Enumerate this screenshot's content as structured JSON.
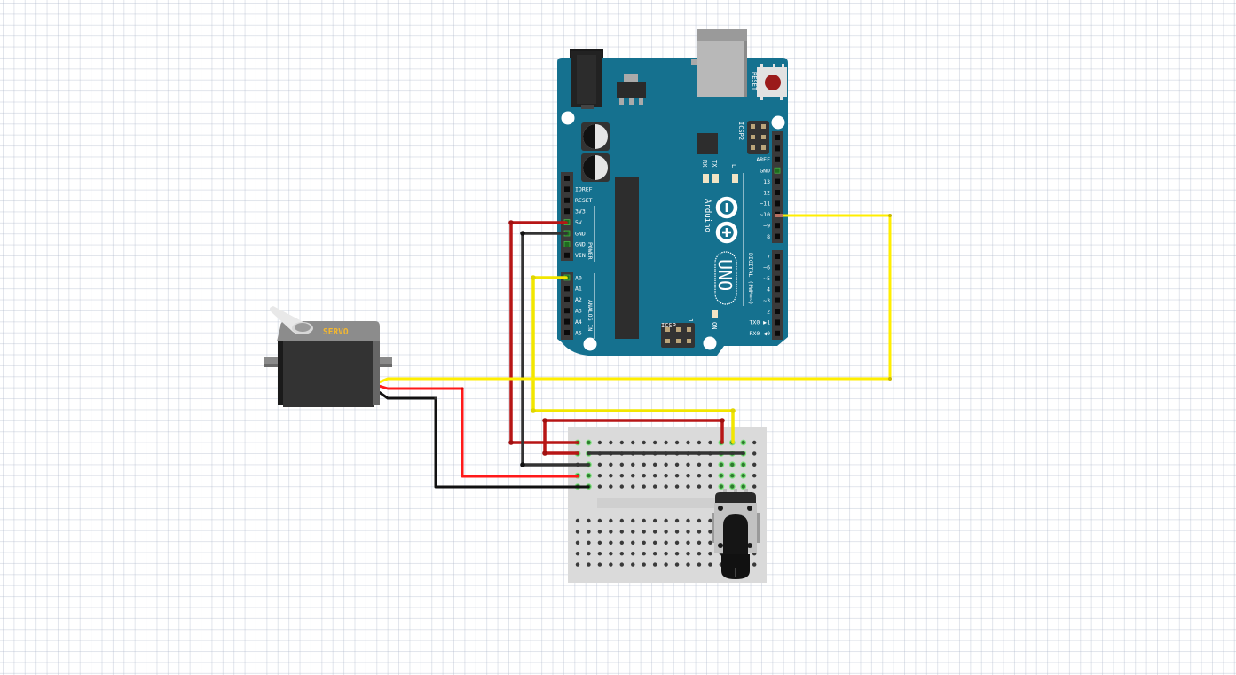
{
  "diagram": {
    "style": "breadboard-view",
    "components": {
      "arduino": {
        "name": "Arduino UNO",
        "brand": "Arduino",
        "model": "UNO",
        "reset_label": "RESET",
        "icsp2_label": "ICSP2",
        "icsp_label": "ICSP",
        "icsp_pin1": "1",
        "led_labels": [
          "RX",
          "TX",
          "L"
        ],
        "on_label": "ON",
        "power_header_title": "POWER",
        "analog_header_title": "ANALOG IN",
        "digital_header_title": "DIGITAL (PWM=~)",
        "power_pins": [
          "",
          "IOREF",
          "RESET",
          "3V3",
          "5V",
          "GND",
          "GND",
          "VIN"
        ],
        "analog_pins": [
          "A0",
          "A1",
          "A2",
          "A3",
          "A4",
          "A5"
        ],
        "digital_pins_high": [
          "",
          "",
          "AREF",
          "GND",
          "13",
          "12",
          "~11",
          "~10",
          "~9",
          "8"
        ],
        "digital_pins_low": [
          "7",
          "~6",
          "~5",
          "4",
          "~3",
          "2",
          "TX0 ▶1",
          "RX0 ◀0"
        ]
      },
      "servo": {
        "name": "Servo",
        "label": "SERVO"
      },
      "breadboard": {
        "name": "Half breadboard",
        "columns": 17,
        "rows_per_half": 5
      },
      "potentiometer": {
        "name": "Rotary potentiometer"
      }
    },
    "wire_colors": {
      "red": "#cc1111",
      "black": "#333333",
      "yellow": "#ffee00",
      "bright_red": "#ff1a1a"
    },
    "connections": [
      {
        "from": "Arduino 5V",
        "to": "Breadboard power rail",
        "color": "red"
      },
      {
        "from": "Arduino GND",
        "to": "Breadboard ground rail",
        "color": "black"
      },
      {
        "from": "Arduino A0",
        "to": "Potentiometer wiper",
        "color": "yellow"
      },
      {
        "from": "Arduino ~10",
        "to": "Servo signal",
        "color": "yellow"
      },
      {
        "from": "Servo power",
        "to": "Breadboard power",
        "color": "bright_red"
      },
      {
        "from": "Servo ground",
        "to": "Breadboard ground",
        "color": "black"
      }
    ],
    "colors": {
      "board": "#15718f",
      "header": "#3a3a3a",
      "breadboard": "#dadada",
      "usb": "#b8b8b8",
      "reset_button": "#9b1b1b",
      "servo_label": "#f5b82e"
    }
  }
}
